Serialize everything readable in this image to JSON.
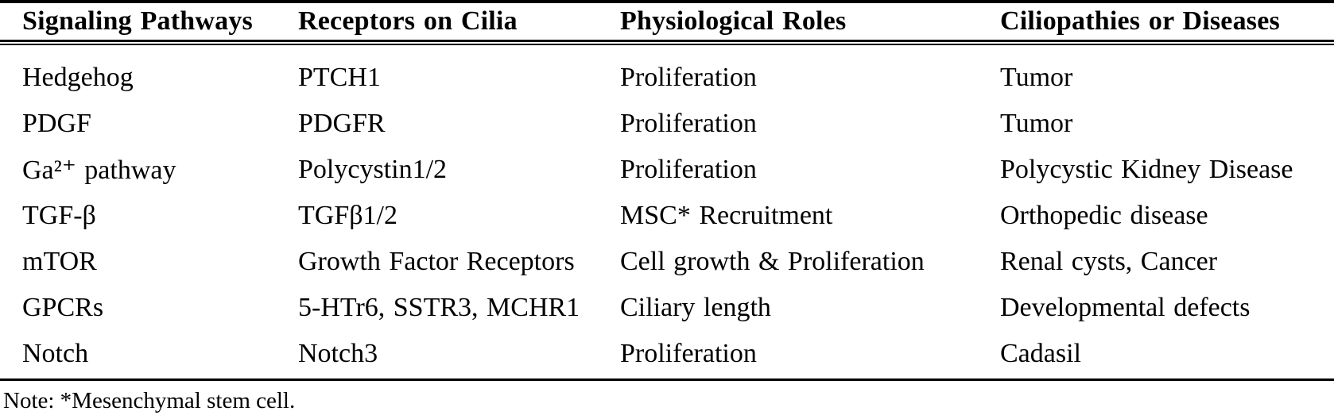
{
  "colors": {
    "background": "#ffffff",
    "text": "#000000",
    "rule": "#000000"
  },
  "table": {
    "headers": [
      "Signaling Pathways",
      "Receptors on Cilia",
      "Physiological Roles",
      "Ciliopathies or Diseases"
    ],
    "rows": [
      [
        "Hedgehog",
        "PTCH1",
        "Proliferation",
        "Tumor"
      ],
      [
        "PDGF",
        "PDGFR",
        "Proliferation",
        "Tumor"
      ],
      [
        "Ga²⁺ pathway",
        "Polycystin1/2",
        "Proliferation",
        "Polycystic Kidney Disease"
      ],
      [
        "TGF-β",
        "TGFβ1/2",
        "MSC* Recruitment",
        "Orthopedic disease"
      ],
      [
        "mTOR",
        "Growth Factor Receptors",
        "Cell growth & Proliferation",
        "Renal cysts, Cancer"
      ],
      [
        "GPCRs",
        "5-HTr6, SSTR3, MCHR1",
        "Ciliary length",
        "Developmental defects"
      ],
      [
        "Notch",
        "Notch3",
        "Proliferation",
        "Cadasil"
      ]
    ],
    "note": "Note: *Mesenchymal stem cell."
  }
}
